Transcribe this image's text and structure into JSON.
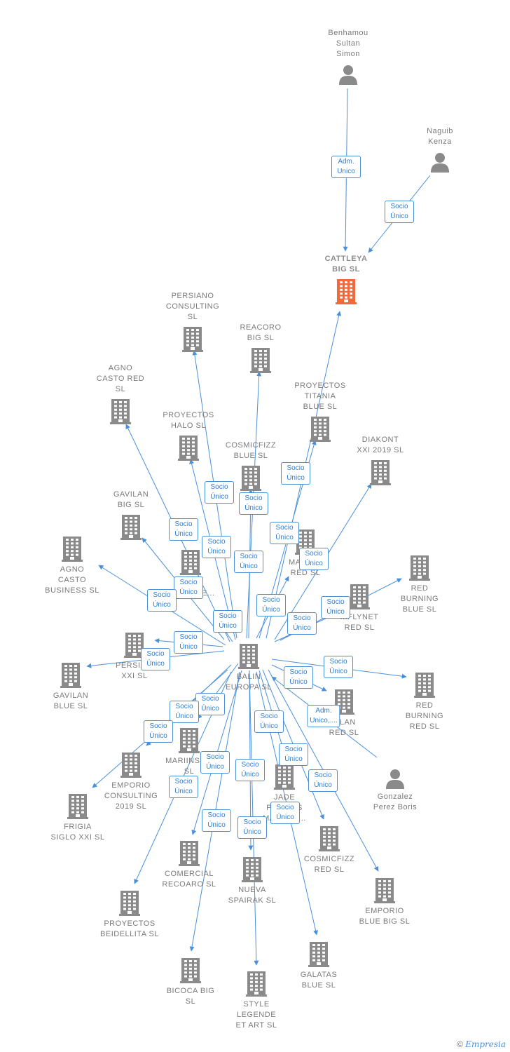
{
  "colors": {
    "edge": "#4a90d9",
    "company": "#8a8a8a",
    "main_company": "#f26a3b",
    "person": "#8a8a8a"
  },
  "people": [
    {
      "id": "benhamou",
      "label": "Benhamou\nSultan\nSimon",
      "icon": "person-icon"
    },
    {
      "id": "naguib",
      "label": "Naguib\nKenza",
      "icon": "person-icon"
    },
    {
      "id": "gonzalez",
      "label": "Gonzalez\nPerez Boris",
      "icon": "person-icon"
    }
  ],
  "companies": [
    {
      "id": "cattleya",
      "label": "CATTLEYA\nBIG SL",
      "main": true
    },
    {
      "id": "persiano",
      "label": "PERSIANO\nCONSULTING\nSL"
    },
    {
      "id": "reacoro",
      "label": "REACORO\nBIG SL"
    },
    {
      "id": "agno_red",
      "label": "AGNO\nCASTO RED\nSL"
    },
    {
      "id": "proyectos_titania",
      "label": "PROYECTOS\nTITANIA\nBLUE SL"
    },
    {
      "id": "proyectos_halo",
      "label": "PROYECTOS\nHALO SL"
    },
    {
      "id": "cosmicfizz_blue",
      "label": "COSMICFIZZ\nBLUE SL"
    },
    {
      "id": "diakont",
      "label": "DIAKONT\nXXI 2019 SL"
    },
    {
      "id": "gavilan_big",
      "label": "GAVILAN\nBIG SL"
    },
    {
      "id": "agno_business",
      "label": "AGNO\nCASTO\nBUSINESS SL"
    },
    {
      "id": "mari_red",
      "label": "MARI...E\nRED SL"
    },
    {
      "id": "lanzarote",
      "label": "...S\n...ZAROTE..."
    },
    {
      "id": "red_burning_blue",
      "label": "RED\nBURNING\nBLUE SL"
    },
    {
      "id": "flynet",
      "label": "...FLYNET\nRED SL"
    },
    {
      "id": "balin",
      "label": "BALIN\nEUROPA SL"
    },
    {
      "id": "persia_xxi",
      "label": "PERSIA...\nXXI SL"
    },
    {
      "id": "gavilan_blue",
      "label": "GAVILAN\nBLUE SL"
    },
    {
      "id": "red_burning_red",
      "label": "RED\nBURNING\nRED SL"
    },
    {
      "id": "gavilan_red",
      "label": "...LAN\nRED SL"
    },
    {
      "id": "mariinsk",
      "label": "MARIINSK...\nSL"
    },
    {
      "id": "emporio_consulting",
      "label": "EMPORIO\nCONSULTING\n2019 SL"
    },
    {
      "id": "frigia",
      "label": "FRIGIA\nSIGLO XXI SL"
    },
    {
      "id": "jade",
      "label": "JADE\nPRO...ES\nMAN...NT..."
    },
    {
      "id": "cosmicfizz_red",
      "label": "COSMICFIZZ\nRED SL"
    },
    {
      "id": "comercial_recoaro",
      "label": "COMERCIAL\nRECOARO SL"
    },
    {
      "id": "nueva_spairak",
      "label": "NUEVA\nSPAIRAK SL"
    },
    {
      "id": "emporio_blue",
      "label": "EMPORIO\nBLUE BIG SL"
    },
    {
      "id": "proyectos_beidellita",
      "label": "PROYECTOS\nBEIDELLITA SL"
    },
    {
      "id": "bicoca",
      "label": "BICOCA BIG\nSL"
    },
    {
      "id": "galatas",
      "label": "GALATAS\nBLUE SL"
    },
    {
      "id": "style_legende",
      "label": "STYLE\nLEGENDE\nET ART SL"
    }
  ],
  "edges": [
    {
      "from": "benhamou",
      "to": "cattleya",
      "label": "Adm.\nUnico"
    },
    {
      "from": "naguib",
      "to": "cattleya",
      "label": "Socio\nÚnico"
    },
    {
      "from": "gonzalez",
      "to": "balin",
      "label": "Adm.\nUnico,...."
    },
    {
      "from": "balin",
      "to": "cattleya",
      "label": "Socio\nÚnico"
    },
    {
      "from": "balin",
      "to": "persiano",
      "label": "Socio\nÚnico"
    },
    {
      "from": "balin",
      "to": "reacoro",
      "label": "Socio\nÚnico"
    },
    {
      "from": "balin",
      "to": "agno_red",
      "label": "Socio\nÚnico"
    },
    {
      "from": "balin",
      "to": "proyectos_titania",
      "label": "Socio\nÚnico"
    },
    {
      "from": "balin",
      "to": "proyectos_halo",
      "label": "Socio\nÚnico"
    },
    {
      "from": "balin",
      "to": "cosmicfizz_blue",
      "label": "Socio\nÚnico"
    },
    {
      "from": "balin",
      "to": "diakont",
      "label": "Socio\nÚnico"
    },
    {
      "from": "balin",
      "to": "gavilan_big",
      "label": "Socio\nÚnico"
    },
    {
      "from": "balin",
      "to": "agno_business",
      "label": "Socio\nÚnico"
    },
    {
      "from": "balin",
      "to": "mari_red",
      "label": "Socio\nÚnico"
    },
    {
      "from": "balin",
      "to": "lanzarote",
      "label": "Socio\nÚnico"
    },
    {
      "from": "balin",
      "to": "red_burning_blue",
      "label": "Socio\nÚnico"
    },
    {
      "from": "balin",
      "to": "flynet",
      "label": "Socio\nÚnico"
    },
    {
      "from": "balin",
      "to": "persia_xxi",
      "label": "Socio\nÚnico"
    },
    {
      "from": "balin",
      "to": "gavilan_blue",
      "label": "Socio\nÚnico"
    },
    {
      "from": "balin",
      "to": "red_burning_red",
      "label": "Socio\nÚnico"
    },
    {
      "from": "balin",
      "to": "gavilan_red",
      "label": "Socio\nÚnico"
    },
    {
      "from": "balin",
      "to": "mariinsk",
      "label": "Socio\nÚnico"
    },
    {
      "from": "balin",
      "to": "emporio_consulting",
      "label": "Socio\nÚnico"
    },
    {
      "from": "balin",
      "to": "frigia",
      "label": "Socio\nÚnico"
    },
    {
      "from": "balin",
      "to": "jade",
      "label": "Socio\nÚnico"
    },
    {
      "from": "balin",
      "to": "cosmicfizz_red",
      "label": "Socio\nÚnico"
    },
    {
      "from": "balin",
      "to": "comercial_recoaro",
      "label": "Socio\nÚnico"
    },
    {
      "from": "balin",
      "to": "nueva_spairak",
      "label": "Socio\nÚnico"
    },
    {
      "from": "balin",
      "to": "emporio_blue",
      "label": "Socio\nÚnico"
    },
    {
      "from": "balin",
      "to": "proyectos_beidellita",
      "label": "Socio\nÚnico"
    },
    {
      "from": "balin",
      "to": "bicoca",
      "label": "Socio\nÚnico"
    },
    {
      "from": "balin",
      "to": "galatas",
      "label": "Socio\nÚnico"
    },
    {
      "from": "balin",
      "to": "style_legende",
      "label": "Socio\nÚnico"
    }
  ],
  "footer": {
    "copyright": "©",
    "brand": "Empresia"
  }
}
